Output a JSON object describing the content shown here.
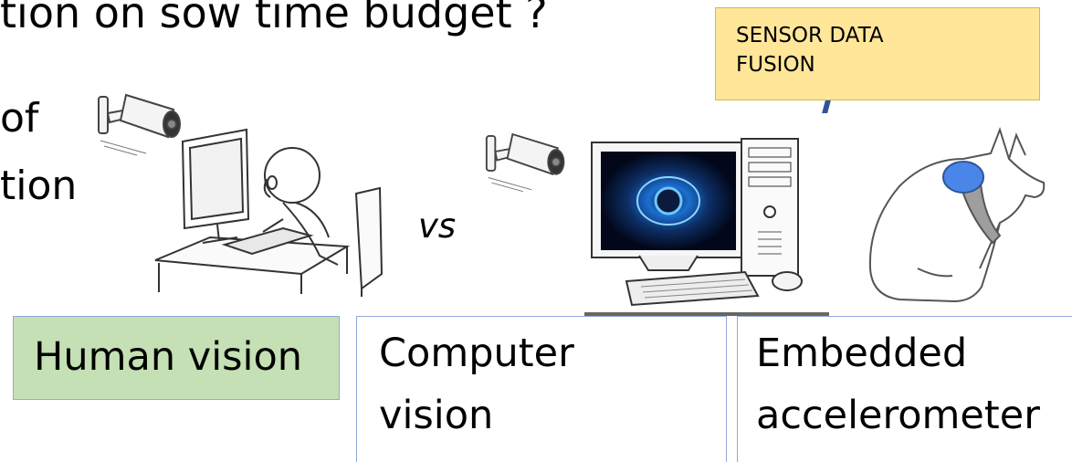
{
  "title_fragment": "tion on sow time budget ?",
  "left_text": {
    "line1": "of",
    "line2": "tion"
  },
  "fusion_box": {
    "line1": "SENSOR DATA",
    "line2": "FUSION"
  },
  "vs_label": "vs",
  "labels": {
    "human": "Human vision",
    "computer_line1": "Computer",
    "computer_line2": "vision",
    "embedded_line1": "Embedded",
    "embedded_line2": "accelerometer"
  },
  "colors": {
    "human_box_fill": "#c5e0b4",
    "fusion_box_fill": "#ffe699",
    "box_border": "#8faadc",
    "collar": "#999999",
    "sensor": "#4a86e8"
  },
  "icons": [
    "cctv-camera-icon",
    "person-at-computer-illustration",
    "cctv-camera-icon",
    "desktop-computer-illustration",
    "pig-with-sensor-collar-illustration"
  ]
}
